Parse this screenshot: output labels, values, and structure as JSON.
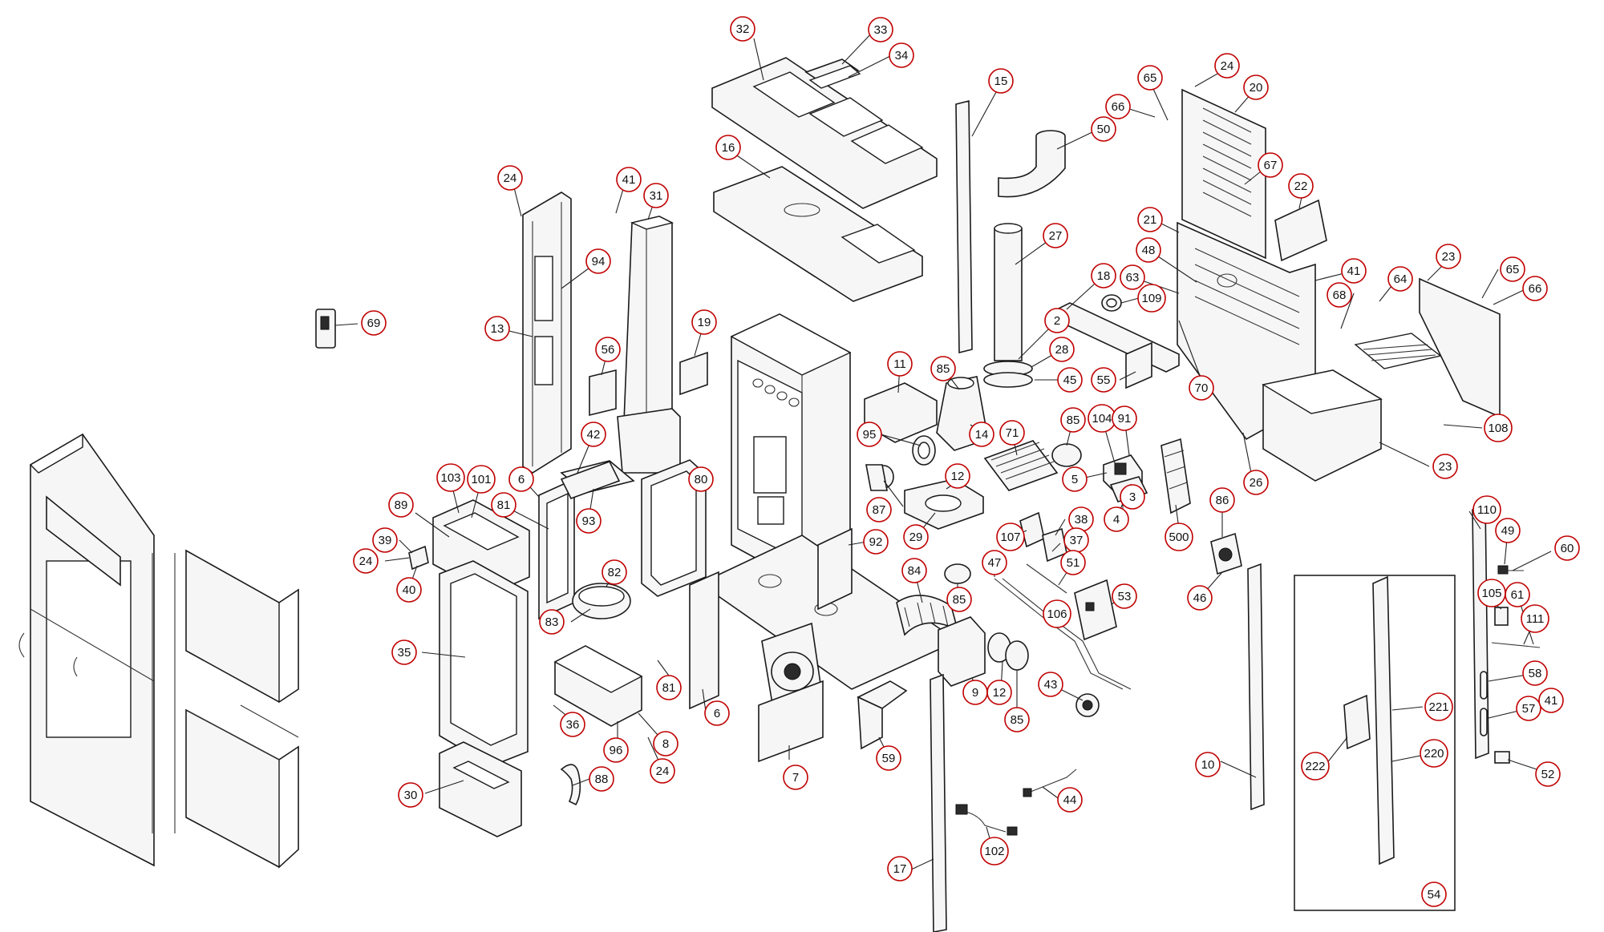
{
  "style": {
    "callout_color": "#c00000",
    "line_color": "#1a1a1a"
  },
  "callouts": [
    {
      "id": "c32",
      "label": "32"
    },
    {
      "id": "c33",
      "label": "33"
    },
    {
      "id": "c34",
      "label": "34"
    },
    {
      "id": "c16",
      "label": "16"
    },
    {
      "id": "c15",
      "label": "15"
    },
    {
      "id": "c50",
      "label": "50"
    },
    {
      "id": "c65a",
      "label": "65"
    },
    {
      "id": "c66a",
      "label": "66"
    },
    {
      "id": "c24a",
      "label": "24"
    },
    {
      "id": "c20",
      "label": "20"
    },
    {
      "id": "c67",
      "label": "67"
    },
    {
      "id": "c22",
      "label": "22"
    },
    {
      "id": "c24b",
      "label": "24"
    },
    {
      "id": "c41a",
      "label": "41"
    },
    {
      "id": "c31",
      "label": "31"
    },
    {
      "id": "c94",
      "label": "94"
    },
    {
      "id": "c69",
      "label": "69"
    },
    {
      "id": "c13",
      "label": "13"
    },
    {
      "id": "c56",
      "label": "56"
    },
    {
      "id": "c19",
      "label": "19"
    },
    {
      "id": "c27",
      "label": "27"
    },
    {
      "id": "c21",
      "label": "21"
    },
    {
      "id": "c48",
      "label": "48"
    },
    {
      "id": "c18",
      "label": "18"
    },
    {
      "id": "c63",
      "label": "63"
    },
    {
      "id": "c109",
      "label": "109"
    },
    {
      "id": "c2",
      "label": "2"
    },
    {
      "id": "c28",
      "label": "28"
    },
    {
      "id": "c45",
      "label": "45"
    },
    {
      "id": "c55",
      "label": "55"
    },
    {
      "id": "c70",
      "label": "70"
    },
    {
      "id": "c41b",
      "label": "41"
    },
    {
      "id": "c68",
      "label": "68"
    },
    {
      "id": "c64",
      "label": "64"
    },
    {
      "id": "c23a",
      "label": "23"
    },
    {
      "id": "c65b",
      "label": "65"
    },
    {
      "id": "c66b",
      "label": "66"
    },
    {
      "id": "c108",
      "label": "108"
    },
    {
      "id": "c23b",
      "label": "23"
    },
    {
      "id": "c26",
      "label": "26"
    },
    {
      "id": "c11",
      "label": "11"
    },
    {
      "id": "c85a",
      "label": "85"
    },
    {
      "id": "c14",
      "label": "14"
    },
    {
      "id": "c95",
      "label": "95"
    },
    {
      "id": "c71",
      "label": "71"
    },
    {
      "id": "c85b",
      "label": "85"
    },
    {
      "id": "c104",
      "label": "104"
    },
    {
      "id": "c91",
      "label": "91"
    },
    {
      "id": "c5",
      "label": "5"
    },
    {
      "id": "c3",
      "label": "3"
    },
    {
      "id": "c4",
      "label": "4"
    },
    {
      "id": "c500",
      "label": "500"
    },
    {
      "id": "c12a",
      "label": "12"
    },
    {
      "id": "c87",
      "label": "87"
    },
    {
      "id": "c29",
      "label": "29"
    },
    {
      "id": "c42",
      "label": "42"
    },
    {
      "id": "c103",
      "label": "103"
    },
    {
      "id": "c101",
      "label": "101"
    },
    {
      "id": "c6a",
      "label": "6"
    },
    {
      "id": "c80",
      "label": "80"
    },
    {
      "id": "c89",
      "label": "89"
    },
    {
      "id": "c81a",
      "label": "81"
    },
    {
      "id": "c93",
      "label": "93"
    },
    {
      "id": "c39",
      "label": "39"
    },
    {
      "id": "c24c",
      "label": "24"
    },
    {
      "id": "c40",
      "label": "40"
    },
    {
      "id": "c82",
      "label": "82"
    },
    {
      "id": "c83",
      "label": "83"
    },
    {
      "id": "c92",
      "label": "92"
    },
    {
      "id": "c107",
      "label": "107"
    },
    {
      "id": "c38",
      "label": "38"
    },
    {
      "id": "c37",
      "label": "37"
    },
    {
      "id": "c86",
      "label": "86"
    },
    {
      "id": "c110",
      "label": "110"
    },
    {
      "id": "c49",
      "label": "49"
    },
    {
      "id": "c60",
      "label": "60"
    },
    {
      "id": "c47",
      "label": "47"
    },
    {
      "id": "c51",
      "label": "51"
    },
    {
      "id": "c84",
      "label": "84"
    },
    {
      "id": "c85c",
      "label": "85"
    },
    {
      "id": "c106",
      "label": "106"
    },
    {
      "id": "c53",
      "label": "53"
    },
    {
      "id": "c46",
      "label": "46"
    },
    {
      "id": "c105",
      "label": "105"
    },
    {
      "id": "c61",
      "label": "61"
    },
    {
      "id": "c111",
      "label": "111"
    },
    {
      "id": "c35",
      "label": "35"
    },
    {
      "id": "c81b",
      "label": "81"
    },
    {
      "id": "c6b",
      "label": "6"
    },
    {
      "id": "c9",
      "label": "9"
    },
    {
      "id": "c12b",
      "label": "12"
    },
    {
      "id": "c85d",
      "label": "85"
    },
    {
      "id": "c43",
      "label": "43"
    },
    {
      "id": "c58",
      "label": "58"
    },
    {
      "id": "c57",
      "label": "57"
    },
    {
      "id": "c41c",
      "label": "41"
    },
    {
      "id": "c221",
      "label": "221"
    },
    {
      "id": "c36",
      "label": "36"
    },
    {
      "id": "c96",
      "label": "96"
    },
    {
      "id": "c8",
      "label": "8"
    },
    {
      "id": "c24d",
      "label": "24"
    },
    {
      "id": "c59",
      "label": "59"
    },
    {
      "id": "c220",
      "label": "220"
    },
    {
      "id": "c222",
      "label": "222"
    },
    {
      "id": "c52",
      "label": "52"
    },
    {
      "id": "c10",
      "label": "10"
    },
    {
      "id": "c7",
      "label": "7"
    },
    {
      "id": "c88",
      "label": "88"
    },
    {
      "id": "c30",
      "label": "30"
    },
    {
      "id": "c44",
      "label": "44"
    },
    {
      "id": "c102",
      "label": "102"
    },
    {
      "id": "c17",
      "label": "17"
    },
    {
      "id": "c54",
      "label": "54"
    }
  ]
}
